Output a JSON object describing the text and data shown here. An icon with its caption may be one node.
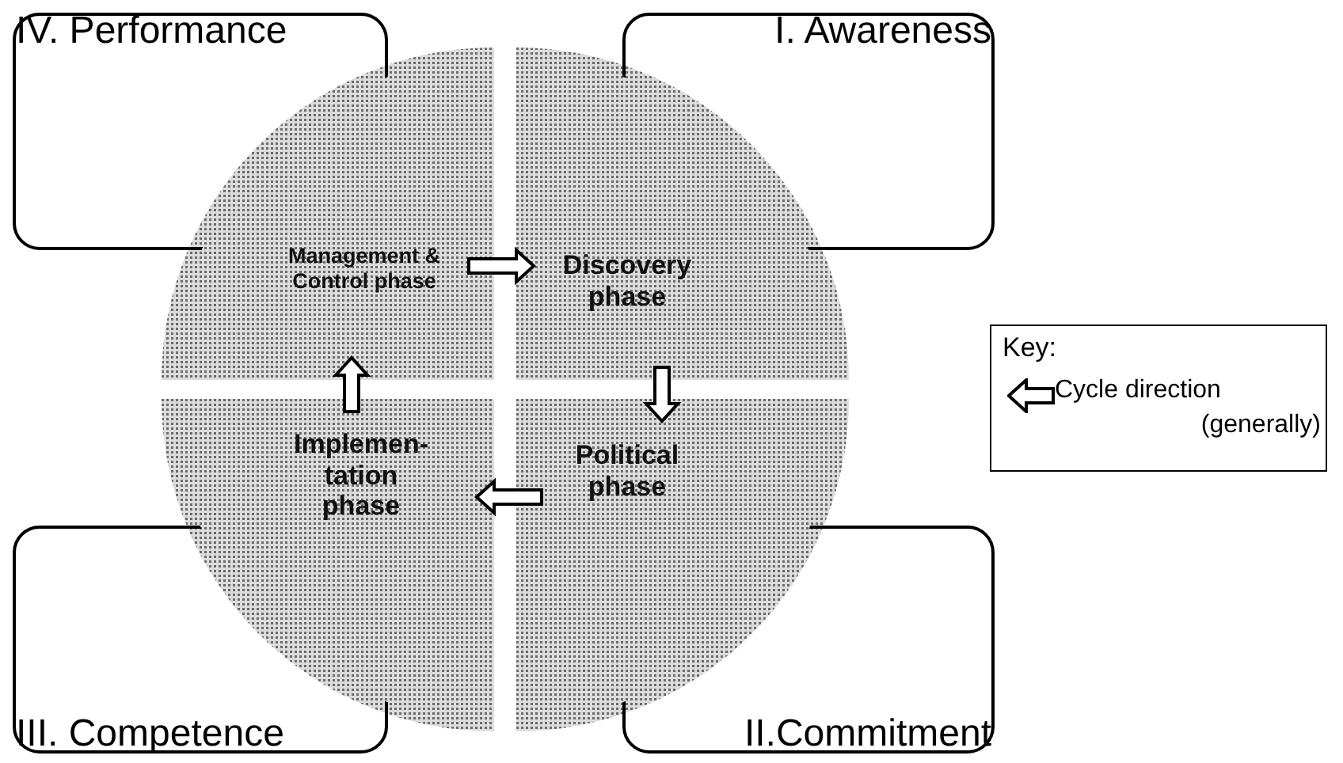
{
  "diagram": {
    "nodes": [
      {
        "text": [
          "IV. Performance"
        ]
      },
      {
        "text": [
          "I. Awareness"
        ]
      },
      {
        "text": [
          "Management & Control phase"
        ]
      },
      {
        "text": [
          "Discovery phase"
        ]
      },
      {
        "text": [
          "Implemen- tation phase"
        ]
      },
      {
        "text": [
          "Political phase"
        ]
      },
      {
        "text": [
          "III. Competence"
        ]
      },
      {
        "text": [
          "II.Commitment"
        ]
      }
    ],
    "edges": [
      {
        "from": 2,
        "to": 3,
        "arrow": "to"
      },
      {
        "from": 3,
        "to": 5,
        "arrow": "to"
      },
      {
        "from": 5,
        "to": 4,
        "arrow": "to"
      },
      {
        "from": 4,
        "to": 2,
        "arrow": "to"
      }
    ],
    "labels": [
      "Key:"
    ],
    "legend": [
      {
        "text": "Cycle direction (generally)"
      }
    ]
  }
}
